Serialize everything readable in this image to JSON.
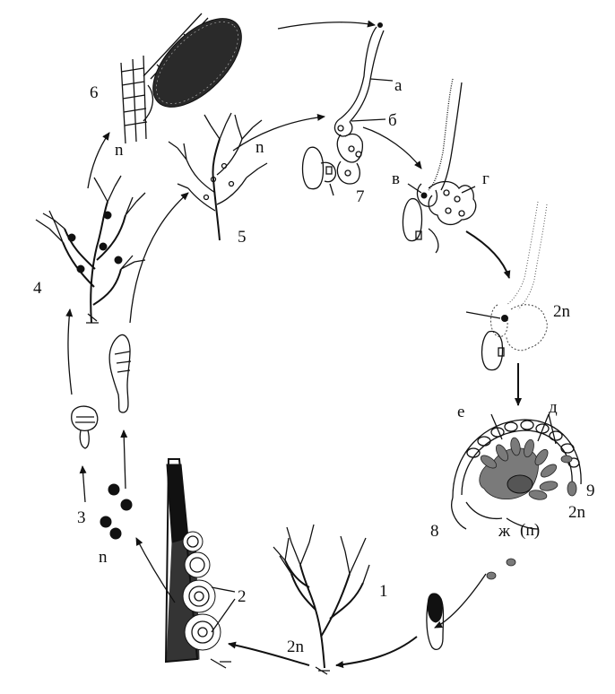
{
  "labels": {
    "s1": "1",
    "s2": "2",
    "s3": "3",
    "s4": "4",
    "s5": "5",
    "s6": "6",
    "s7": "7",
    "s8": "8",
    "s9": "9",
    "a": "а",
    "b": "б",
    "v": "в",
    "g": "г",
    "d": "д",
    "e": "е",
    "zh": "ж",
    "zh_n": "(n)",
    "ploidy_n_6": "n",
    "ploidy_n_5": "n",
    "ploidy_n_3": "n",
    "ploidy_2n_1": "2n",
    "ploidy_2n_zygote": "2n",
    "ploidy_2n_9": "2n"
  },
  "colors": {
    "ink": "#111111",
    "cell_gray": "#7a7a7a",
    "background": "#ffffff"
  }
}
